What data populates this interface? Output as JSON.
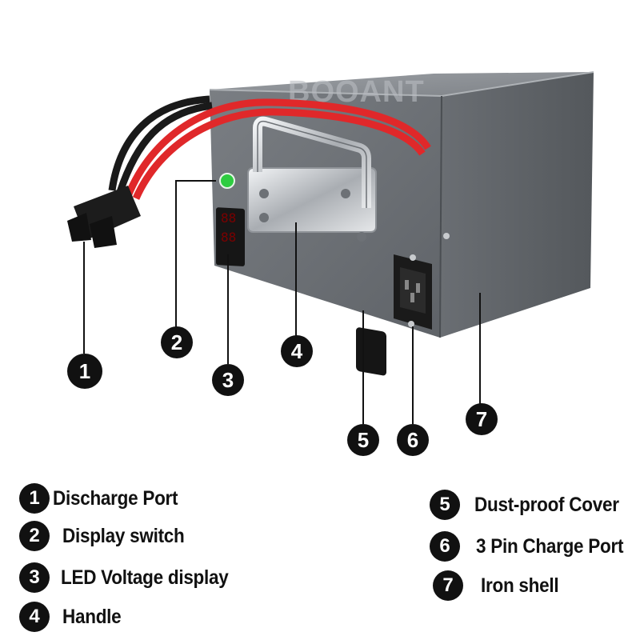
{
  "watermark": "BOOANT",
  "callouts": [
    {
      "num": "1",
      "label": "Discharge Port"
    },
    {
      "num": "2",
      "label": "Display switch"
    },
    {
      "num": "3",
      "label": "LED Voltage display"
    },
    {
      "num": "4",
      "label": "Handle"
    },
    {
      "num": "5",
      "label": "Dust-proof Cover"
    },
    {
      "num": "6",
      "label": "3 Pin Charge Port"
    },
    {
      "num": "7",
      "label": "Iron shell"
    }
  ],
  "colors": {
    "shell_front": "#6f7378",
    "shell_side": "#5c6065",
    "shell_top": "#8a8e93",
    "cable_red": "#e0282a",
    "cable_black": "#1a1a1a",
    "led_green": "#2ecc40",
    "badge": "#111111"
  }
}
